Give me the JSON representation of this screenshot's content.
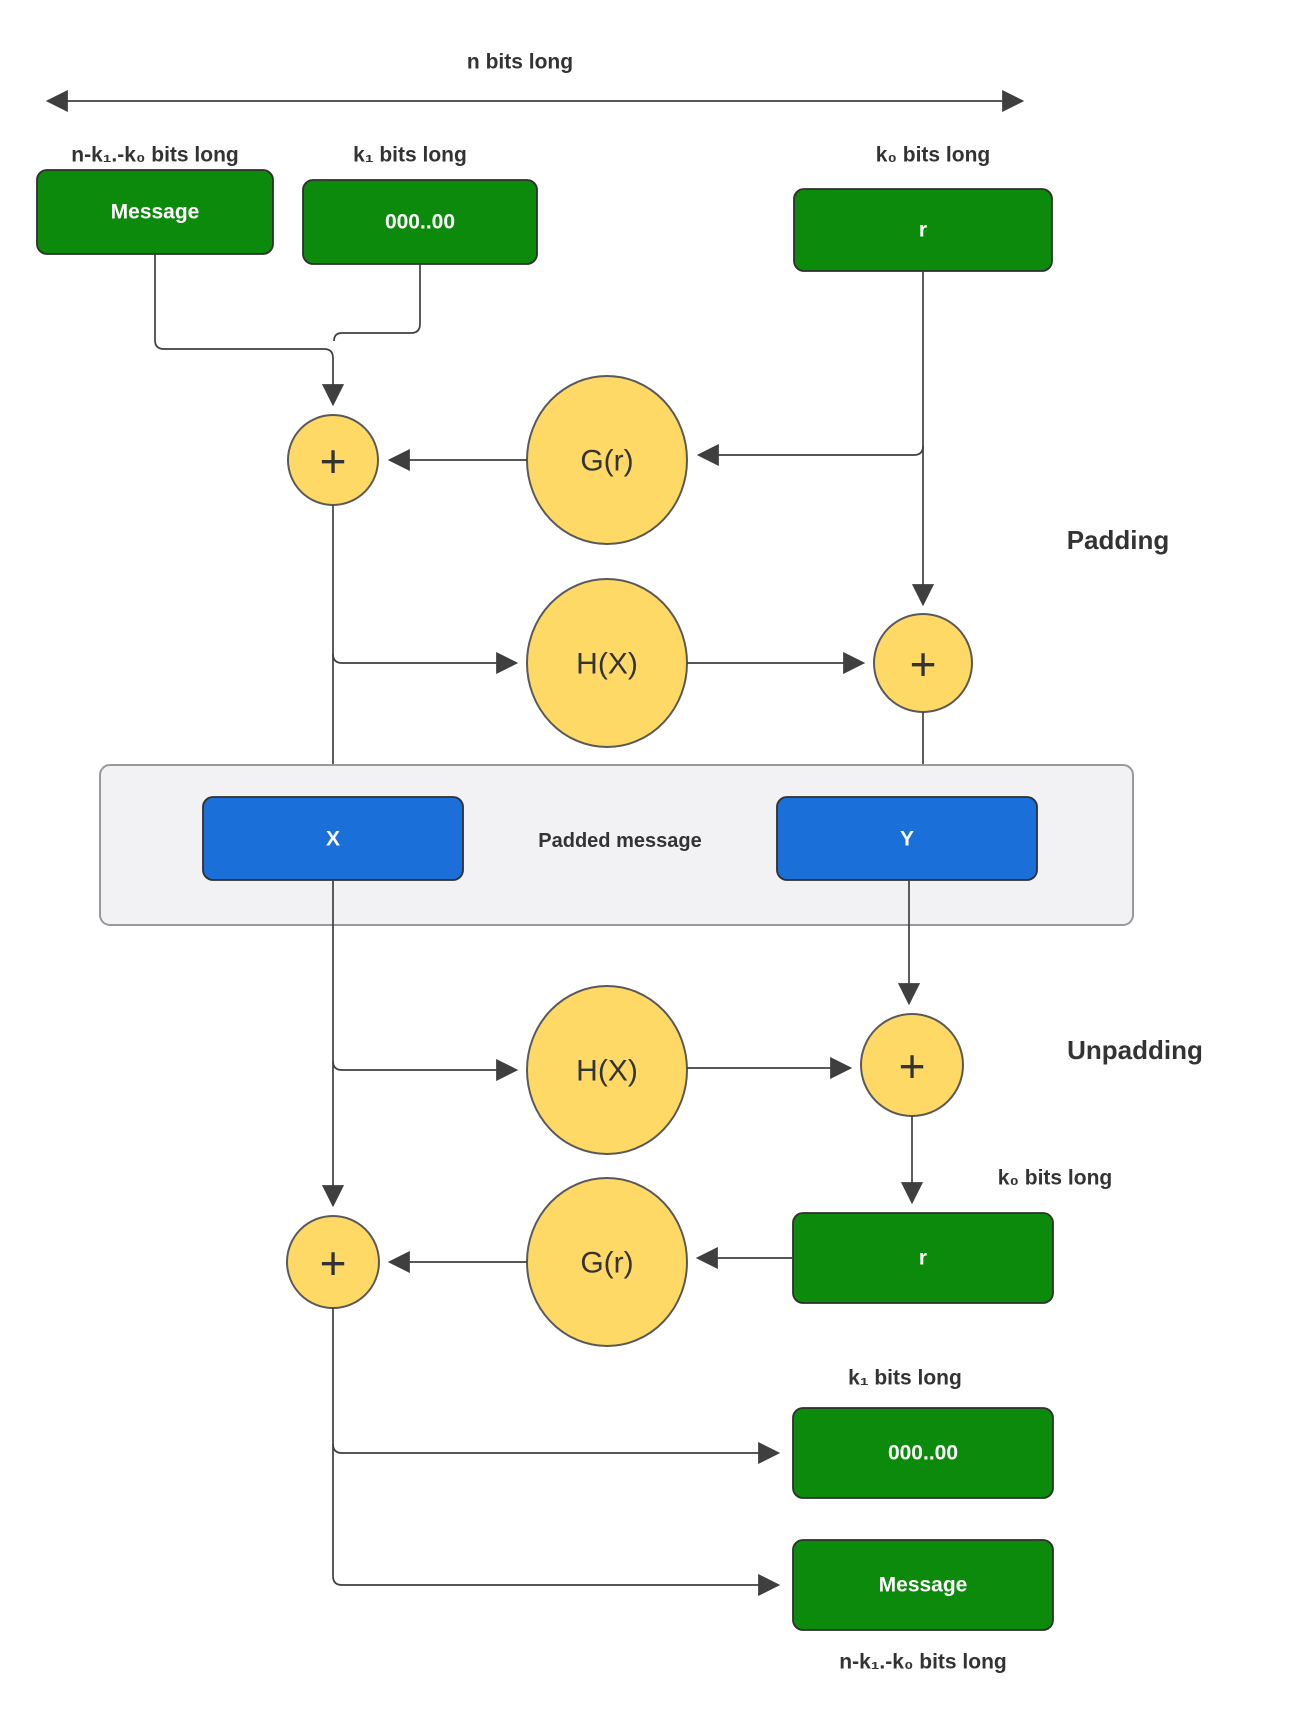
{
  "texts": {
    "n_bits": "n bits long",
    "nk_top": "n-k₁.-k₀ bits long",
    "k1_top": "k₁ bits long",
    "k0_top": "k₀ bits long",
    "message_top": "Message",
    "zeros_top": "000..00",
    "r_top": "r",
    "plus": "+",
    "g_r_top": "G(r)",
    "h_x_top": "H(X)",
    "padding": "Padding",
    "unpadding": "Unpadding",
    "padded_message": "Padded message",
    "x_label": "X",
    "y_label": "Y",
    "h_x_bottom": "H(X)",
    "g_r_bottom": "G(r)",
    "k0_bottom": "k₀ bits long",
    "r_bottom": "r",
    "k1_bottom": "k₁ bits long",
    "zeros_bottom": "000..00",
    "message_bottom": "Message",
    "nk_bottom": "n-k₁.-k₀ bits long"
  },
  "colors": {
    "green": "#0c8a0c",
    "blue": "#1a6fd8",
    "yellow": "#ffd966",
    "yellow_stroke": "#595959",
    "shape_stroke": "#2f2f2f",
    "container_fill": "#f2f2f4",
    "container_stroke": "#97999c",
    "line": "#3f3f3f",
    "text": "#333333",
    "white": "#ffffff"
  }
}
